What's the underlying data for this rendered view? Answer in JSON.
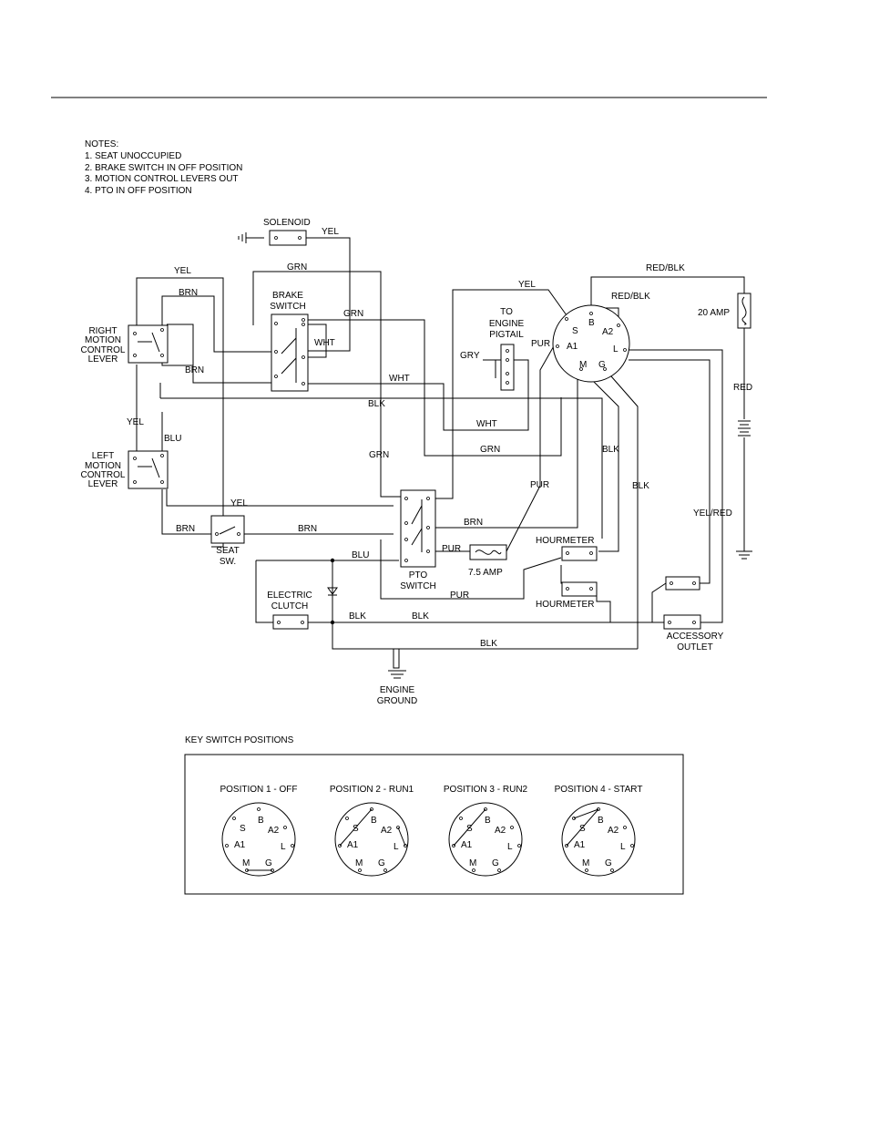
{
  "notes": {
    "title": "NOTES:",
    "items": [
      "1.  SEAT UNOCCUPIED",
      "2.  BRAKE SWITCH IN OFF POSITION",
      "3.  MOTION CONTROL LEVERS OUT",
      "4.  PTO IN OFF POSITION"
    ]
  },
  "components": {
    "solenoid": "SOLENOID",
    "brake_switch": [
      "BRAKE",
      "SWITCH"
    ],
    "right_lever": [
      "RIGHT",
      "MOTION",
      "CONTROL",
      "LEVER"
    ],
    "left_lever": [
      "LEFT",
      "MOTION",
      "CONTROL",
      "LEVER"
    ],
    "engine_pigtail": [
      "TO",
      "ENGINE",
      "PIGTAIL"
    ],
    "fuse_20": "20 AMP",
    "fuse_75": "7.5 AMP",
    "seat_switch": [
      "SEAT",
      "SW."
    ],
    "pto_switch": [
      "PTO",
      "SWITCH"
    ],
    "electric_clutch": [
      "ELECTRIC",
      "CLUTCH"
    ],
    "hourmeter_top": "HOURMETER",
    "hourmeter_bottom": "HOURMETER",
    "accessory_outlet": [
      "ACCESSORY",
      "OUTLET"
    ],
    "engine_ground": [
      "ENGINE",
      "GROUND"
    ],
    "key_terminals": {
      "S": "S",
      "B": "B",
      "A2": "A2",
      "A1": "A1",
      "L": "L",
      "M": "M",
      "G": "G"
    }
  },
  "wires": {
    "yel_solenoid": "YEL",
    "grn_top": "GRN",
    "yel_left": "YEL",
    "brn_top": "BRN",
    "grn_brake": "GRN",
    "wht_brake": "WHT",
    "brn_right": "BRN",
    "wht_mid": "WHT",
    "blk_mid": "BLK",
    "yel_lever": "YEL",
    "blu_lever": "BLU",
    "wht_low": "WHT",
    "grn_low": "GRN",
    "grn_vertical": "GRN",
    "yel_key": "YEL",
    "gry": "GRY",
    "pur_key": "PUR",
    "red_blk_top": "RED/BLK",
    "red_blk_inner": "RED/BLK",
    "red": "RED",
    "blk_key": "BLK",
    "blk_key2": "BLK",
    "pur_mid": "PUR",
    "yel_red": "YEL/RED",
    "yel_seat": "YEL",
    "brn_seat_left": "BRN",
    "brn_seat_right": "BRN",
    "brn_pto": "BRN",
    "pur_fuse": "PUR",
    "blu_clutch": "BLU",
    "pur_bottom": "PUR",
    "blk_clutch1": "BLK",
    "blk_clutch2": "BLK",
    "blk_ground": "BLK"
  },
  "key_switch": {
    "title": "KEY SWITCH POSITIONS",
    "positions": [
      {
        "label": "POSITION 1 - OFF"
      },
      {
        "label": "POSITION 2 - RUN1"
      },
      {
        "label": "POSITION 3 - RUN2"
      },
      {
        "label": "POSITION 4 - START"
      }
    ],
    "terminals": {
      "S": "S",
      "B": "B",
      "A2": "A2",
      "A1": "A1",
      "L": "L",
      "M": "M",
      "G": "G"
    }
  }
}
